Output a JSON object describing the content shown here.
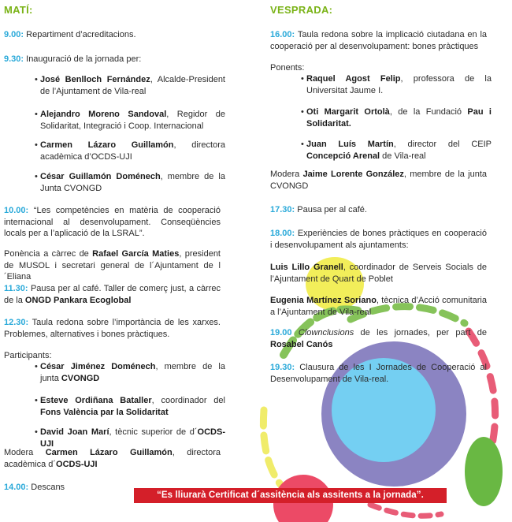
{
  "left": {
    "heading": "MATÍ:",
    "t1": {
      "time": "9.00:",
      "text": " Repartiment d’acreditacions."
    },
    "t2": {
      "time": "9.30:",
      "text": " Inauguració de la jornada per:"
    },
    "people1": [
      {
        "name": "José Benlloch Fernández",
        "rest": ", Alcalde-President de l’Ajuntament de Vila-real"
      },
      {
        "name": "Alejandro Moreno Sandoval",
        "rest": ", Regidor de Solidaritat, Integració i Coop. Internacional"
      },
      {
        "name": "Carmen Lázaro Guillamón",
        "rest": ", directora acadèmica d’OCDS-UJI"
      },
      {
        "name": "César Guillamón Doménech",
        "rest": ", membre de la Junta CVONGD"
      }
    ],
    "t3": {
      "time": "10.00:",
      "text": " “Les competències en matèria de cooperació internacional al desenvolupament. Conseqüències locals per a l’aplicació de la LSRAL”."
    },
    "ponencia": {
      "pre": "Ponència a càrrec de ",
      "name": "Rafael García Maties",
      "rest": ", president de MUSOL i secretari general de l´Ajuntament de l´Eliana"
    },
    "t4": {
      "time": "11.30:",
      "text": " Pausa per al café. Taller de comerç just, a càrrec de la ",
      "bold": "ONGD Pankara Ecoglobal"
    },
    "t5": {
      "time": "12.30:",
      "text": " Taula redona sobre l’importància de les xarxes. Problemes, alternatives i bones pràctiques."
    },
    "participants_label": "Participants:",
    "people2": [
      {
        "name": "César Jiménez Doménech",
        "rest": ", membre de la junta ",
        "bold2": "CVONGD"
      },
      {
        "name": "Esteve Ordiñana Bataller",
        "rest": ", coordinador del ",
        "bold2": "Fons València par la Solidaritat"
      },
      {
        "name": "David Joan Marí",
        "rest": ", tècnic superior de d´",
        "bold2": "OCDS-UJI"
      }
    ],
    "modera": {
      "pre": "Modera ",
      "name": "Carmen Lázaro Guillamón",
      "rest": ", directora acadèmica d´",
      "bold2": "OCDS-UJI"
    },
    "t6": {
      "time": "14.00:",
      "text": " Descans"
    }
  },
  "right": {
    "heading": "VESPRADA:",
    "t1": {
      "time": "16.00:",
      "text": " Taula redona sobre la implicació ciutadana en la cooperació per al desenvolupament: bones pràctiques"
    },
    "ponents_label": "Ponents:",
    "people": [
      {
        "name": "Raquel Agost Felip",
        "rest": ", professora de la Universitat Jaume I."
      },
      {
        "name": "Oti Margarit Ortolà",
        "rest": ", de la Fundació ",
        "bold2": "Pau i Solidaritat."
      },
      {
        "name": "Juan Luís Martín",
        "rest": ", director del CEIP ",
        "bold2": "Concepció Arenal",
        "rest2": " de Vila-real"
      }
    ],
    "modera": {
      "pre": "Modera ",
      "name": "Jaime Lorente González",
      "rest": ", membre de la junta CVONGD"
    },
    "t2": {
      "time": "17.30:",
      "text": " Pausa per al café."
    },
    "t3": {
      "time": "18.00:",
      "text": " Experiències de bones pràctiques en cooperació i desenvolupament als ajuntaments:"
    },
    "exp1": {
      "name": "Luis Lillo Granell",
      "rest": ", coordinador de Serveis Socials de l’Ajuntament de Quart de Poblet"
    },
    "exp2": {
      "name": "Eugenia Martínez Soriano",
      "rest": ", tècnica d’Acció comunitaria a l’Ajuntament de Vila-real"
    },
    "t4": {
      "time": "19.00",
      "text_italic": "Clownclusions",
      "text": " de les jornades, per part de ",
      "bold": "Rosabel Canós"
    },
    "t5": {
      "time": "19.30:",
      "text": " Clausura de les I Jornades de Cooperació al Desenvolupament de Vila-real."
    }
  },
  "banner": "“Es lliurarà Certificat d´assitència als assitents a la jornada”.",
  "bullet": "•",
  "colors": {
    "green": "#7ab317",
    "blue": "#29a9d9",
    "red": "#d41f29"
  }
}
